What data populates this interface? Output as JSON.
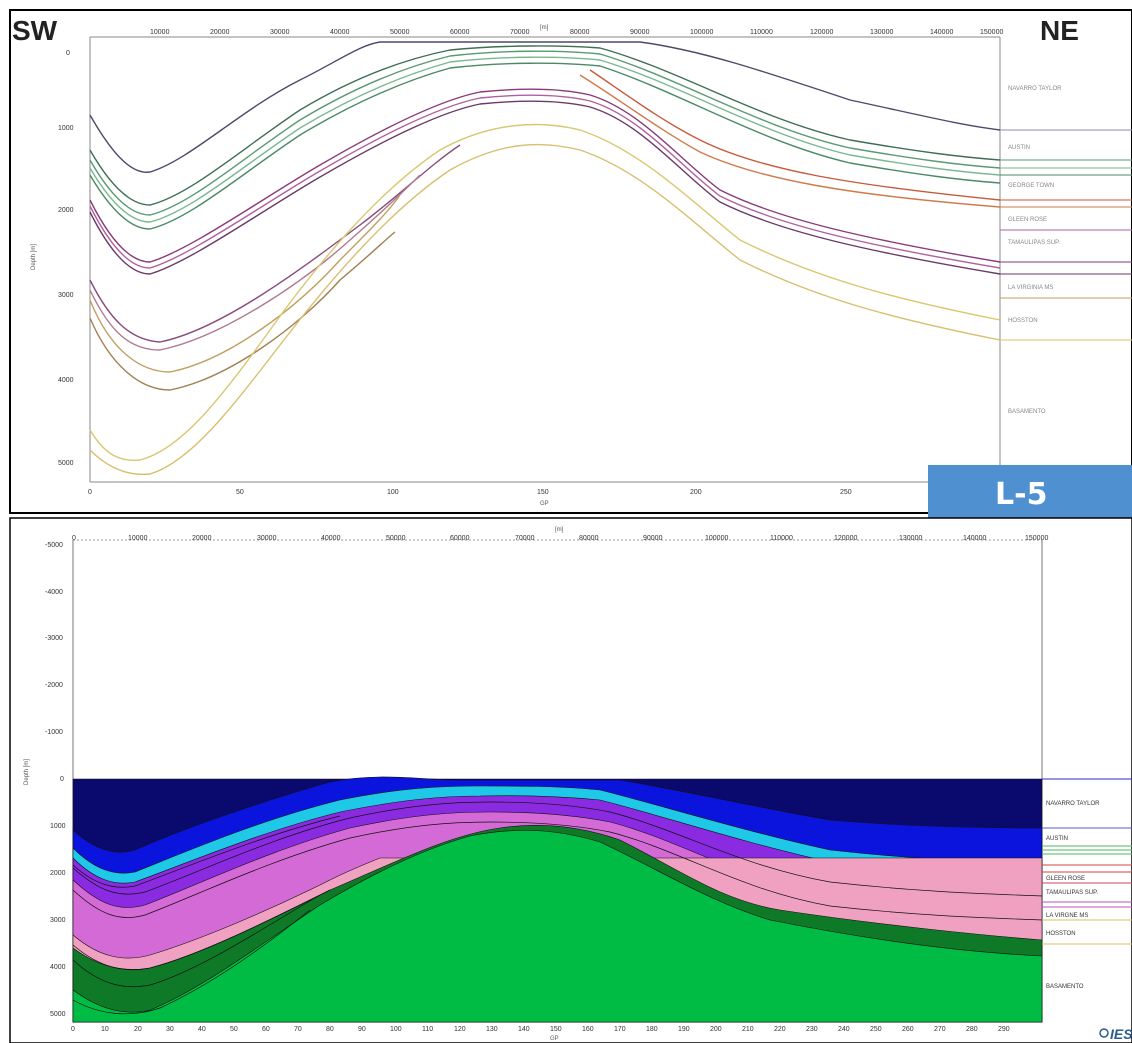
{
  "top_panel": {
    "left_corner": "SW",
    "right_corner": "NE",
    "badge": "L-5",
    "x_unit": "[m]",
    "x_axis_label": "GP",
    "y_axis_label": "Depth [m]",
    "x_ticks_top": [
      "10000",
      "20000",
      "30000",
      "40000",
      "50000",
      "60000",
      "70000",
      "80000",
      "90000",
      "100000",
      "110000",
      "120000",
      "130000",
      "140000",
      "150000"
    ],
    "x_ticks_bottom": [
      "0",
      "50",
      "100",
      "150",
      "200",
      "250"
    ],
    "y_ticks": [
      "0",
      "1000",
      "2000",
      "3000",
      "4000",
      "5000"
    ],
    "formations": [
      "NAVARRO TAYLOR",
      "AUSTIN",
      "GEORGE TOWN",
      "GLEEN ROSE",
      "TAMAULIPAS SUP.",
      "LA VIRGINIA MS",
      "HOSSTON",
      "BASAMENTO"
    ]
  },
  "bottom_panel": {
    "x_unit": "[m]",
    "x_axis_label": "GP",
    "y_axis_label": "Depth [m]",
    "x_ticks_top": [
      "0",
      "10000",
      "20000",
      "30000",
      "40000",
      "50000",
      "60000",
      "70000",
      "80000",
      "90000",
      "100000",
      "110000",
      "120000",
      "130000",
      "140000",
      "150000"
    ],
    "x_ticks_bottom": [
      "0",
      "10",
      "20",
      "30",
      "40",
      "50",
      "60",
      "70",
      "80",
      "90",
      "100",
      "110",
      "120",
      "130",
      "140",
      "150",
      "160",
      "170",
      "180",
      "190",
      "200",
      "210",
      "220",
      "230",
      "240",
      "250",
      "260",
      "270",
      "280",
      "290"
    ],
    "y_ticks": [
      "-5000",
      "-4000",
      "-3000",
      "-2000",
      "-1000",
      "0",
      "1000",
      "2000",
      "3000",
      "4000",
      "5000"
    ],
    "formations": [
      "NAVARRO TAYLOR",
      "AUSTIN",
      "GLEEN ROSE",
      "TAMAULIPAS SUP.",
      "LA VIRGNE MS",
      "HOSSTON",
      "BASAMENTO"
    ],
    "layer_colors": {
      "navarro": "#0a0a6e",
      "austin": "#0a14dc",
      "cyan": "#1ec8e6",
      "gleen": "#8a2be2",
      "tamaulipas": "#d46ad6",
      "pink": "#f0a0c0",
      "dark_green": "#0e7a28",
      "basement": "#00bb44"
    }
  },
  "watermark": "IES"
}
